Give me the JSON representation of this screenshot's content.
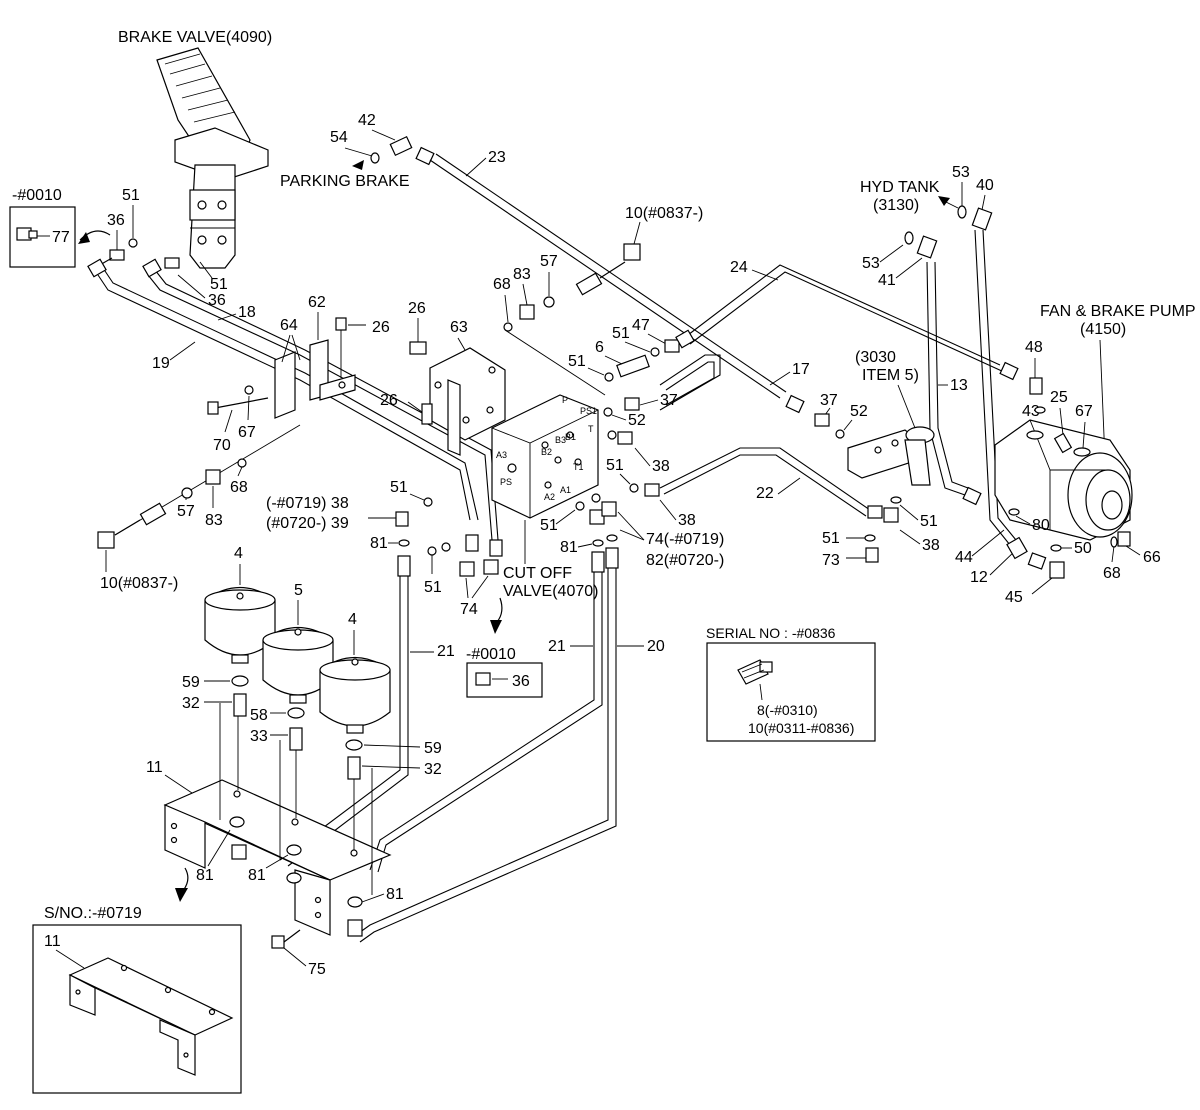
{
  "callouts": {
    "brake_valve": "BRAKE VALVE(4090)",
    "parking_brake": "PARKING BRAKE",
    "hyd_tank": "HYD TANK",
    "hyd_tank_ref": "(3130)",
    "fan_brake_pump": "FAN & BRAKE PUMP",
    "fan_brake_pump_ref": "(4150)",
    "item_3030": "(3030",
    "item_5": "ITEM 5)",
    "cut_off_valve_1": "CUT OFF",
    "cut_off_valve_2": "VALVE(4070)",
    "serial_no": "SERIAL NO : -#0836",
    "serial_8": "8(-#0310)",
    "serial_10": "10(#0311-#0836)",
    "inset_top_left": "-#0010",
    "inset_mid": "-#0010",
    "sno_inset": "S/NO.:-#0719",
    "p38_a": "(-#0719) 38",
    "p39_a": "(#0720-) 39",
    "p74_b": "74(-#0719)",
    "p82_b": "82(#0720-)",
    "p10_top": "10(#0837-)",
    "p10_bottom": "10(#0837-)"
  },
  "ports": {
    "P": "P",
    "PS1": "PS1",
    "T": "T",
    "B1": "B1",
    "B2": "B2",
    "B3": "B3",
    "T1": "T1",
    "A3": "A3",
    "PS": "PS",
    "A1": "A1",
    "A2": "A2"
  },
  "parts": {
    "n77": "77",
    "n51a": "51",
    "n36a": "36",
    "n51b": "51",
    "n36b": "36",
    "n54": "54",
    "n42": "42",
    "n23": "23",
    "n18": "18",
    "n19": "19",
    "n64": "64",
    "n62": "62",
    "n26a": "26",
    "n26b": "26",
    "n26c": "26",
    "n63": "63",
    "n70": "70",
    "n67a": "67",
    "n68a": "68",
    "n83a": "83",
    "n57a": "57",
    "n68b": "68",
    "n83b": "83",
    "n57b": "57",
    "n6": "6",
    "n51c": "51",
    "n47": "47",
    "n51d": "51",
    "n37a": "37",
    "n52a": "52",
    "n38a": "38",
    "n51e": "51",
    "n38b": "38",
    "n51f": "51",
    "n51g": "51",
    "n81a": "81",
    "n81b": "81",
    "n51h": "51",
    "n74a": "74",
    "n36c": "36",
    "n24": "24",
    "n17": "17",
    "n37b": "37",
    "n52b": "52",
    "n22": "22",
    "n13": "13",
    "n53a": "53",
    "n41": "41",
    "n53b": "53",
    "n40": "40",
    "n48": "48",
    "n43": "43",
    "n25": "25",
    "n67b": "67",
    "n51i": "51",
    "n51j": "51",
    "n73": "73",
    "n38c": "38",
    "n80": "80",
    "n50": "50",
    "n66": "66",
    "n68c": "68",
    "n44": "44",
    "n12": "12",
    "n45": "45",
    "n4a": "4",
    "n5": "5",
    "n4b": "4",
    "n59a": "59",
    "n32a": "32",
    "n58": "58",
    "n33": "33",
    "n59b": "59",
    "n32b": "32",
    "n21a": "21",
    "n21b": "21",
    "n20": "20",
    "n11a": "11",
    "n81c": "81",
    "n81d": "81",
    "n81e": "81",
    "n75": "75",
    "n11b": "11"
  }
}
